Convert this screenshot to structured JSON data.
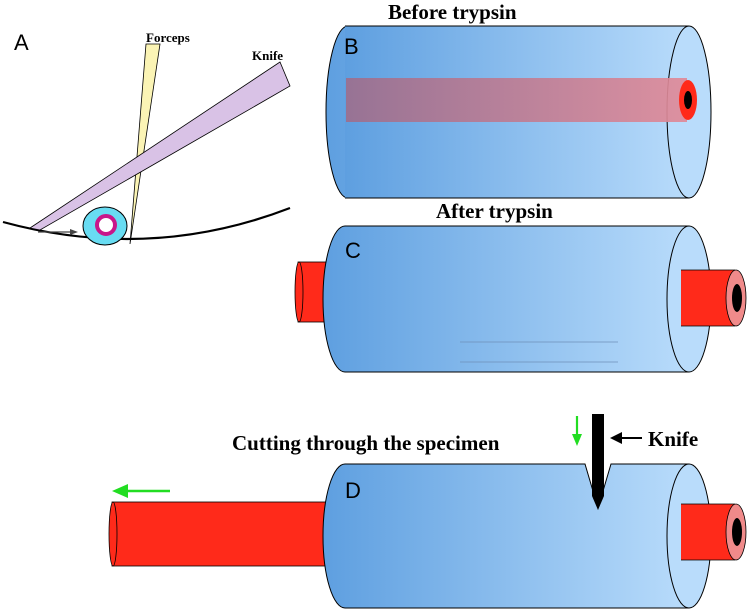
{
  "panels": {
    "A": {
      "letter": "A",
      "forceps_label": "Forceps",
      "knife_label": "Knife"
    },
    "B": {
      "letter": "B",
      "title": "Before trypsin"
    },
    "C": {
      "letter": "C",
      "title": "After trypsin"
    },
    "D": {
      "letter": "D",
      "title": "Cutting through the specimen",
      "knife_label": "Knife"
    }
  },
  "colors": {
    "tissue_light": "#b9dcfb",
    "tissue_dark": "#5e9fe0",
    "vessel_red": "#ff2a1a",
    "vessel_rim": "#f08a8a",
    "forceps_fill": "#fbf4b5",
    "knife_fill": "#d9c2e6",
    "ring_cyan": "#68dcf2",
    "ring_magenta": "#c8168a",
    "arrow_green": "#22dd22"
  }
}
